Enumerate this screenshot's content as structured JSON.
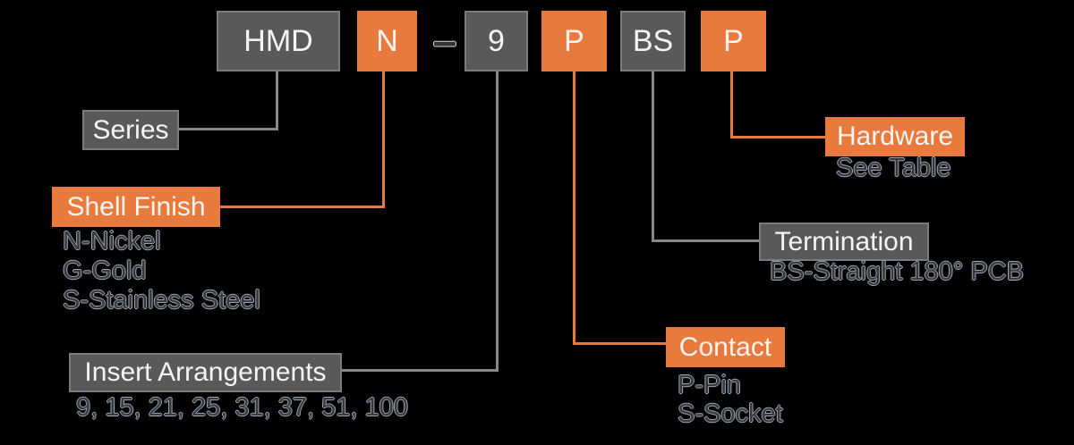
{
  "code": {
    "segments": [
      {
        "text": "HMD",
        "style": "gray"
      },
      {
        "text": "N",
        "style": "orange"
      },
      {
        "text": "–",
        "style": "dash"
      },
      {
        "text": "9",
        "style": "gray"
      },
      {
        "text": "P",
        "style": "orange"
      },
      {
        "text": "BS",
        "style": "gray"
      },
      {
        "text": "P",
        "style": "orange"
      }
    ]
  },
  "callouts": {
    "series": {
      "title": "Series",
      "options": []
    },
    "shell_finish": {
      "title": "Shell Finish",
      "options": [
        "N-Nickel",
        "G-Gold",
        "S-Stainless Steel"
      ]
    },
    "insert_arrangements": {
      "title": "Insert Arrangements",
      "options": [
        "9, 15, 21, 25, 31, 37, 51, 100"
      ]
    },
    "contact": {
      "title": "Contact",
      "options": [
        "P-Pin",
        "S-Socket"
      ]
    },
    "termination": {
      "title": "Termination",
      "options": [
        "BS-Straight 180° PCB"
      ]
    },
    "hardware": {
      "title": "Hardware",
      "options": [
        "See Table"
      ]
    }
  },
  "colors": {
    "background": "#000000",
    "accent_orange": "#E87A3E",
    "box_gray": "#58595B",
    "box_border_gray": "#7A7C7F",
    "connector_gray": "#85878A",
    "box_text": "#F6F4F1",
    "option_text_fill": "#363A3F",
    "option_text_halo": "#9AA3AE"
  }
}
